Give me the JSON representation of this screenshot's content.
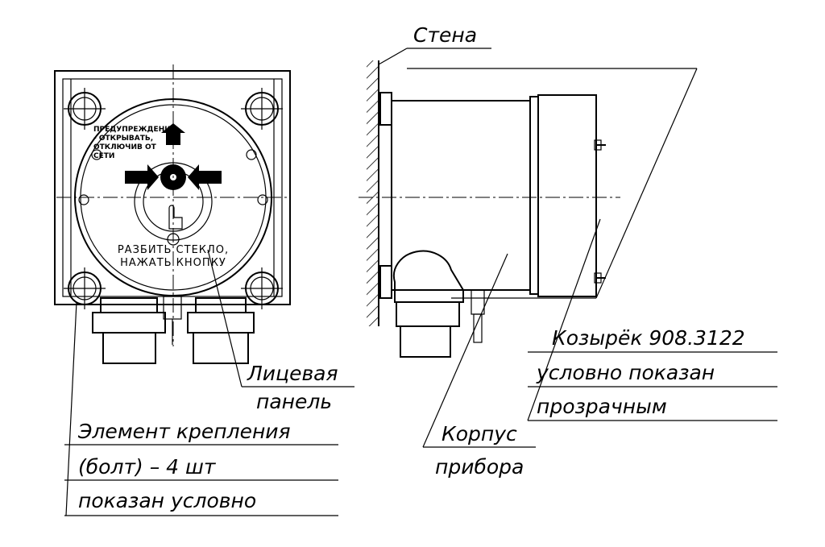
{
  "labels": {
    "wall": "Стена",
    "front_panel_1": "Лицевая",
    "front_panel_2": "панель",
    "fastener_1": "Элемент крепления",
    "fastener_2": "(болт) – 4 шт",
    "fastener_3": "показан условно",
    "visor_1": "Козырёк 908.3122",
    "visor_2": "условно показан",
    "visor_3": "прозрачным",
    "body_1": "Корпус",
    "body_2": "прибора"
  },
  "panel_text": {
    "instruction": "РАЗБИТЬ СТЕКЛО, НАЖАТЬ КНОПКУ",
    "warning": "ПРЕДУПРЕЖДЕНИЕ - ОТКРЫВАТЬ, ОТКЛЮЧИВ ОТ СЕТИ"
  }
}
